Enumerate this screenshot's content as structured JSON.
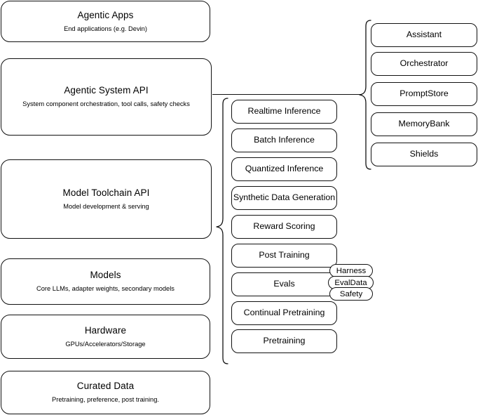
{
  "diagram": {
    "style": {
      "line_color": "#111111",
      "box_fill": "#ffffff",
      "text_color": "#000000",
      "background": "#ffffff"
    },
    "layers": [
      {
        "title": "Agentic Apps",
        "subtitle": "End applications (e.g. Devin)"
      },
      {
        "title": "Agentic System API",
        "subtitle": "System component orchestration, tool calls, safety checks"
      },
      {
        "title": "Model Toolchain API",
        "subtitle": "Model development & serving"
      },
      {
        "title": "Models",
        "subtitle": "Core LLMs, adapter weights, secondary models"
      },
      {
        "title": "Hardware",
        "subtitle": "GPUs/Accelerators/Storage"
      },
      {
        "title": "Curated Data",
        "subtitle": "Pretraining, preference, post training."
      }
    ],
    "toolchain_components": [
      {
        "label": "Realtime Inference"
      },
      {
        "label": "Batch Inference"
      },
      {
        "label": "Quantized Inference"
      },
      {
        "label": "Synthetic Data Generation"
      },
      {
        "label": "Reward Scoring"
      },
      {
        "label": "Post Training"
      },
      {
        "label": "Evals"
      },
      {
        "label": "Continual Pretraining"
      },
      {
        "label": "Pretraining"
      }
    ],
    "evals_tags": [
      {
        "label": "Harness"
      },
      {
        "label": "EvalData"
      },
      {
        "label": "Safety"
      }
    ],
    "system_components": [
      {
        "label": "Assistant"
      },
      {
        "label": "Orchestrator"
      },
      {
        "label": "PromptStore"
      },
      {
        "label": "MemoryBank"
      },
      {
        "label": "Shields"
      }
    ]
  }
}
